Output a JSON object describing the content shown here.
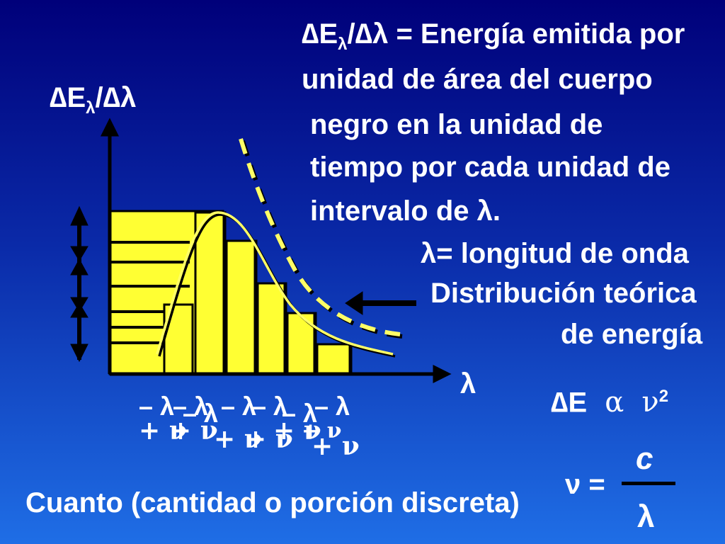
{
  "colors": {
    "background_top": "#00007a",
    "background_bottom": "#1f6ee6",
    "bar_fill": "#ffff33",
    "curve": "#ffff66",
    "text": "#ffffff",
    "outline": "#000000"
  },
  "definition": {
    "line1": "∆Eλ/∆λ = Energía emitida por",
    "line2": "unidad de área del cuerpo",
    "line3": "negro en la unidad de",
    "line4": "tiempo por cada unidad de",
    "line5": "intervalo de λ."
  },
  "wavelength_def": "λ= longitud de onda",
  "theory": {
    "line1": "Distribución teórica",
    "line2": "de energía"
  },
  "axis": {
    "y_label": "∆Eλ/∆λ",
    "x_label": "λ"
  },
  "proportionality": "∆E  α  ν2",
  "formula": {
    "lhs": "ν =",
    "numerator": "c",
    "denominator": "λ"
  },
  "quantum_text": "Cuanto (cantidad o porción discreta)",
  "lambda_labels": [
    "– λ",
    "– λ",
    "– λ",
    "– λ",
    "– λ",
    "– λ",
    "– λ"
  ],
  "nu_labels": [
    "+ ν",
    "+ ν",
    "+ ν",
    "+ ν",
    "+ ν",
    "+ ν",
    "+ ν"
  ]
}
